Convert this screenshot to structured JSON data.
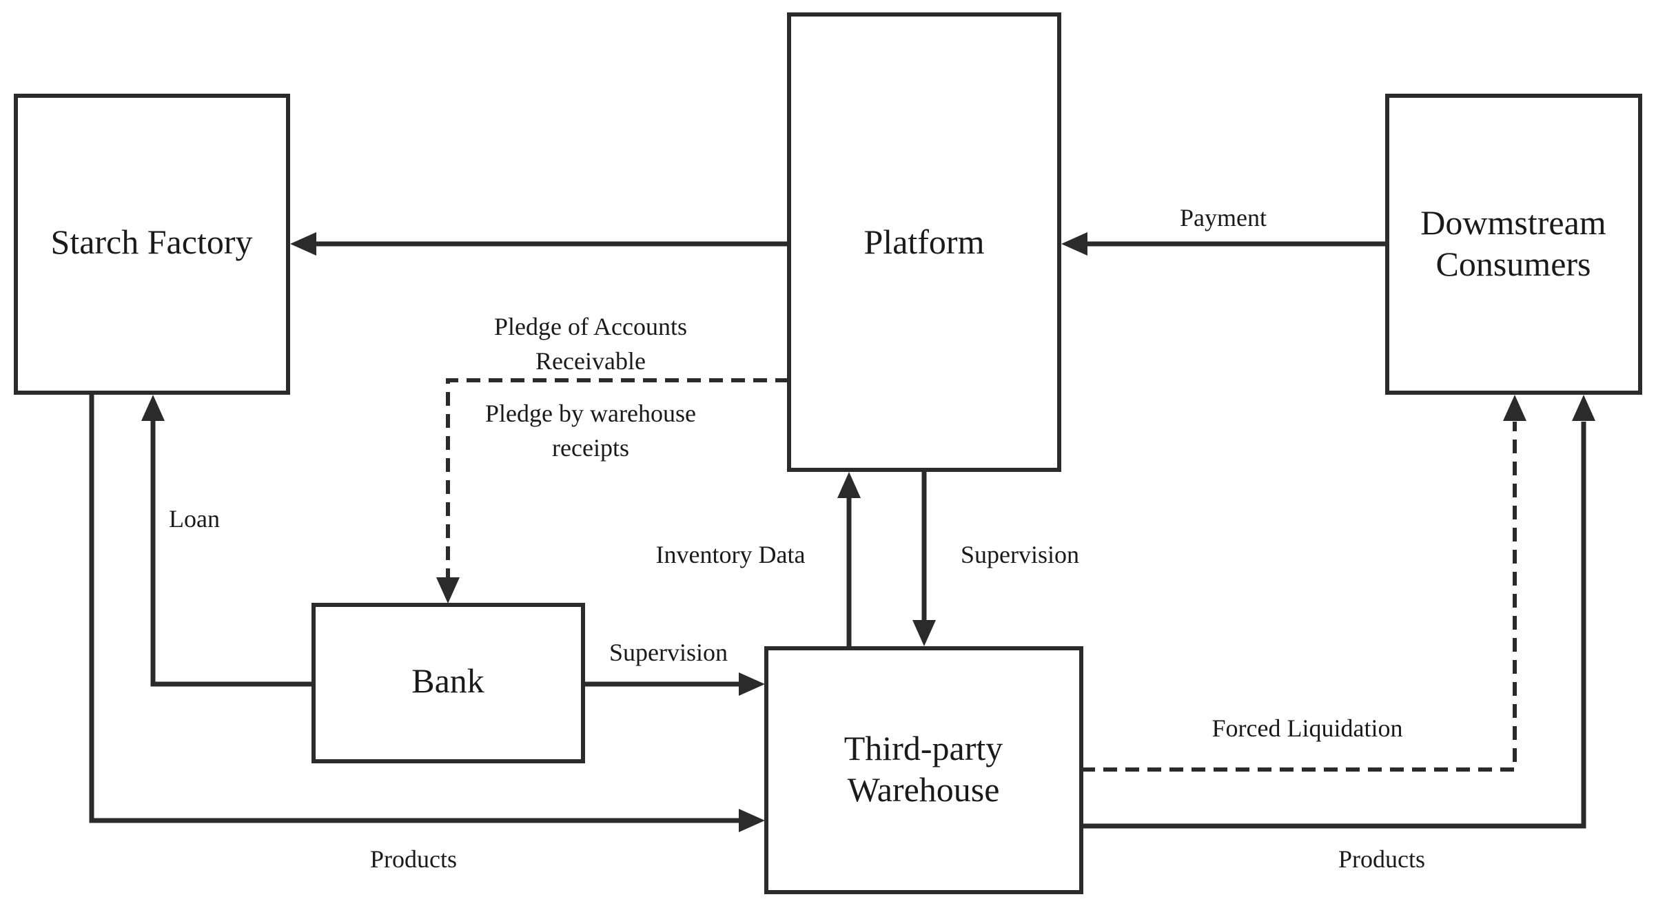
{
  "nodes": {
    "starch_factory": "Starch Factory",
    "platform": "Platform",
    "downstream_consumers": [
      "Dowmstream",
      "Consumers"
    ],
    "bank": "Bank",
    "warehouse": [
      "Third-party",
      "Warehouse"
    ]
  },
  "edges": {
    "payment": "Payment",
    "pledge_accounts": [
      "Pledge of Accounts",
      "Receivable"
    ],
    "pledge_warehouse": [
      "Pledge by warehouse",
      "receipts"
    ],
    "loan": "Loan",
    "inventory_data": "Inventory Data",
    "supervision_platform": "Supervision",
    "supervision_bank": "Supervision",
    "forced_liquidation": "Forced Liquidation",
    "products_factory": "Products",
    "products_consumers": "Products"
  }
}
